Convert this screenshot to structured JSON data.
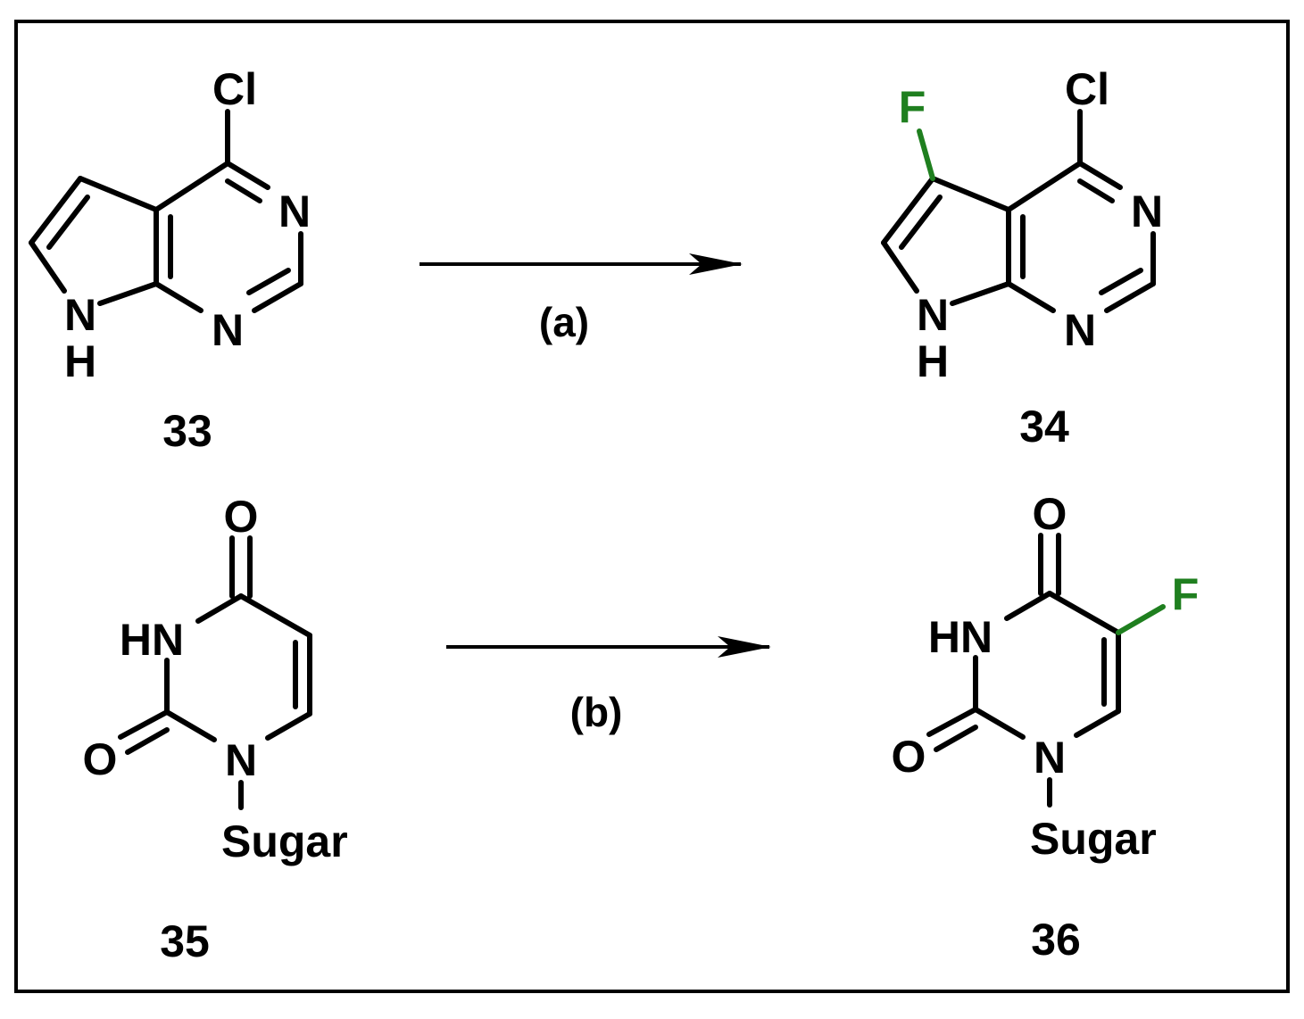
{
  "colors": {
    "bond": "#000000",
    "fluorine": "#1f7f1f",
    "frame": "#000000"
  },
  "reactions": [
    {
      "reactant": {
        "number": "33",
        "atoms": {
          "cl": "Cl",
          "n_top": "N",
          "n_bottom": "N",
          "nh_n": "N",
          "nh_h": "H"
        }
      },
      "condition": "(a)",
      "product": {
        "number": "34",
        "atoms": {
          "f": "F",
          "cl": "Cl",
          "n_top": "N",
          "n_bottom": "N",
          "nh_n": "N",
          "nh_h": "H"
        }
      }
    },
    {
      "reactant": {
        "number": "35",
        "atoms": {
          "o_top": "O",
          "hn": "HN",
          "o_left": "O",
          "n": "N",
          "sugar": "Sugar"
        }
      },
      "condition": "(b)",
      "product": {
        "number": "36",
        "atoms": {
          "o_top": "O",
          "hn": "HN",
          "o_left": "O",
          "n": "N",
          "sugar": "Sugar",
          "f": "F"
        }
      }
    }
  ]
}
